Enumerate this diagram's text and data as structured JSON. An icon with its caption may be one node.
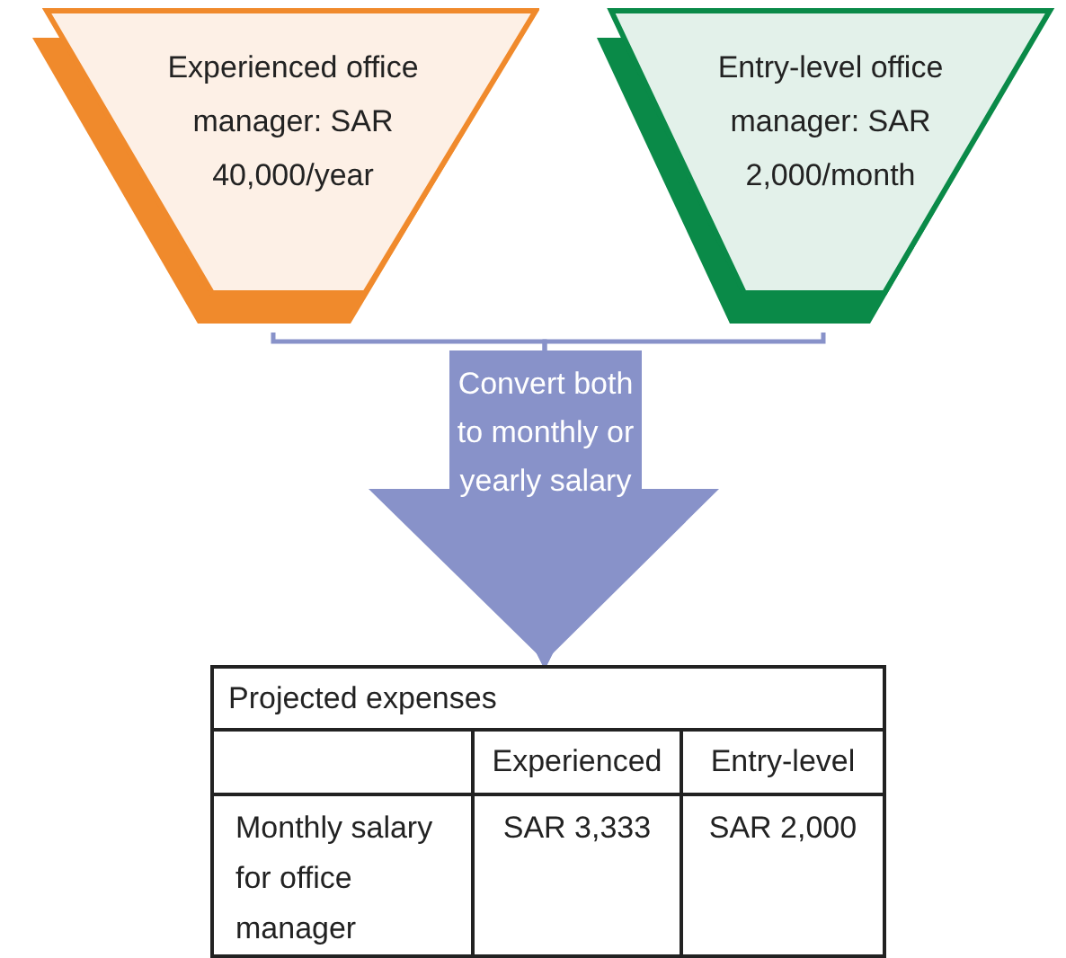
{
  "diagram": {
    "nodes": [
      {
        "text": [
          "Experienced office manager: SAR 40,000/year"
        ]
      },
      {
        "text": [
          "Entry-level office manager: SAR 2,000/month"
        ]
      },
      {
        "text": [
          "Projected expenses"
        ]
      }
    ],
    "edges": [
      {
        "from": 0,
        "to": 2,
        "arrow": "to",
        "label": "Convert both to monthly or yearly salary"
      },
      {
        "from": 1,
        "to": 2,
        "arrow": "to"
      }
    ],
    "labels": [
      "Experienced",
      "Entry-level",
      "Monthly salary for office manager",
      "SAR 3,333",
      "SAR 2,000"
    ]
  }
}
